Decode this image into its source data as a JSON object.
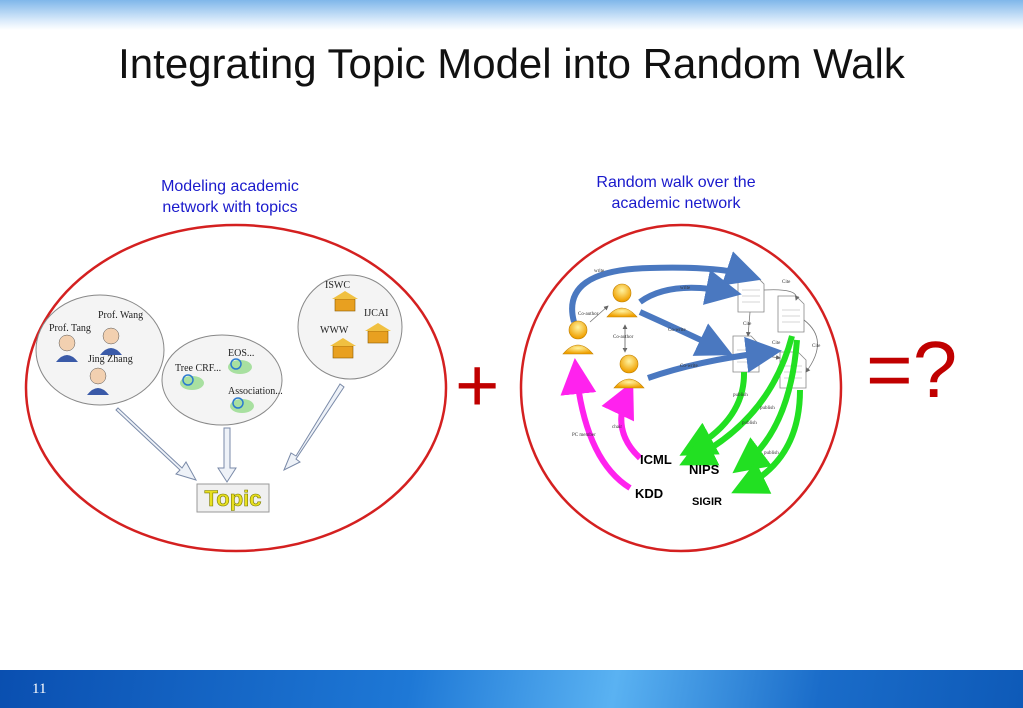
{
  "slide": {
    "title": "Integrating Topic Model into Random Walk",
    "page_number": "11"
  },
  "left_panel": {
    "caption_line1": "Modeling academic",
    "caption_line2": "network with topics",
    "people": [
      "Prof. Wang",
      "Prof. Tang",
      "Jing Zhang"
    ],
    "papers": [
      "EOS...",
      "Tree CRF...",
      "Association..."
    ],
    "venues": [
      "ISWC",
      "IJCAI",
      "WWW"
    ],
    "topic_label": "Topic"
  },
  "right_panel": {
    "caption_line1": "Random walk over the",
    "caption_line2": "academic network",
    "venues": [
      "ICML",
      "NIPS",
      "KDD",
      "SIGIR"
    ],
    "edge_labels": {
      "write": "write",
      "coauthor": "Co-author",
      "cowrite": "Co-write",
      "cite": "Cite",
      "publish": "publish",
      "chair": "chair",
      "pc_member": "PC member"
    }
  },
  "operators": {
    "plus": "+",
    "equals": "=?"
  },
  "colors": {
    "ellipse": "#d42020",
    "caption": "#1a1acc",
    "operator": "#c00000",
    "write_edges": "#4a78c0",
    "publish_edges": "#22e022",
    "chair_edges": "#ff22ee"
  }
}
